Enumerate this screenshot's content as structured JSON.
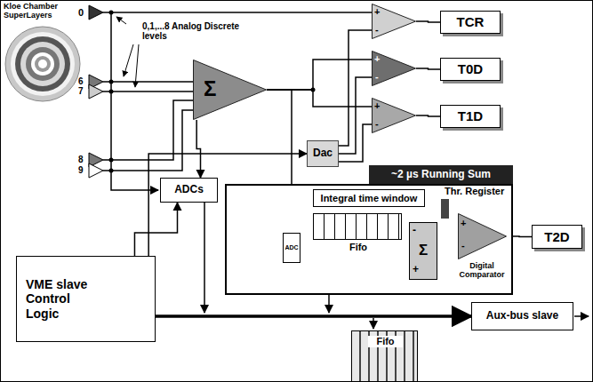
{
  "diagram": {
    "nodes": [
      {
        "text": [
          "TCR"
        ]
      },
      {
        "text": [
          "T0D"
        ]
      },
      {
        "text": [
          "T1D"
        ]
      },
      {
        "text": [
          "Σ"
        ]
      },
      {
        "text": [
          "+",
          "-"
        ]
      },
      {
        "text": [
          "+",
          "-"
        ]
      },
      {
        "text": [
          "+",
          "-"
        ]
      },
      {
        "text": [
          "ADCs"
        ]
      },
      {
        "text": [
          "Dac"
        ]
      },
      {
        "text": [
          "~2 µs Running Sum"
        ]
      },
      {
        "text": [
          "Integral time window"
        ],
        "in": 9
      },
      {
        "text": [
          "ADC"
        ],
        "in": 9
      },
      {
        "text": [
          "Fifo"
        ],
        "in": 9
      },
      {
        "text": [
          "-",
          "Σ",
          "+"
        ],
        "in": 9
      },
      {
        "text": [
          "Thr. Register"
        ],
        "in": 9
      },
      {
        "text": [
          "+",
          "-",
          "Digital Comparator"
        ],
        "in": 9
      },
      {
        "text": [
          "T2D"
        ]
      },
      {
        "text": [
          "VME slave Control Logic"
        ]
      },
      {
        "text": [
          "Aux-bus slave"
        ]
      },
      {
        "text": [
          "Fifo"
        ]
      }
    ],
    "edges": [
      {
        "from": 4,
        "to": 0,
        "arrow": "none"
      },
      {
        "from": 5,
        "to": 1,
        "arrow": "none"
      },
      {
        "from": 6,
        "to": 2,
        "arrow": "none"
      },
      {
        "from": 3,
        "to": 5,
        "arrow": "none"
      },
      {
        "from": 3,
        "to": 6,
        "arrow": "none"
      },
      {
        "from": 8,
        "to": 4,
        "arrow": "none"
      },
      {
        "from": 8,
        "to": 5,
        "arrow": "none"
      },
      {
        "from": 8,
        "to": 6,
        "arrow": "none"
      },
      {
        "from": 3,
        "to": 11,
        "arrow": "none"
      },
      {
        "from": 11,
        "to": 12,
        "arrow": "none"
      },
      {
        "from": 11,
        "to": 13,
        "arrow": "none"
      },
      {
        "from": 12,
        "to": 13,
        "arrow": "none"
      },
      {
        "from": 13,
        "to": 15,
        "arrow": "none"
      },
      {
        "from": 14,
        "to": 15,
        "arrow": "none"
      },
      {
        "from": 15,
        "to": 16,
        "arrow": "none"
      },
      {
        "from": 17,
        "to": 7,
        "arrow": "to"
      },
      {
        "from": 17,
        "to": 8,
        "arrow": "to"
      },
      {
        "from": 3,
        "to": 7,
        "arrow": "to"
      },
      {
        "from": 17,
        "to": 18,
        "arrow": "to"
      }
    ],
    "labels": [
      "Kloe Chamber SuperLayers",
      "0",
      "0,1,...8 Analog Discrete levels",
      "6",
      "7",
      "8",
      "9"
    ]
  }
}
